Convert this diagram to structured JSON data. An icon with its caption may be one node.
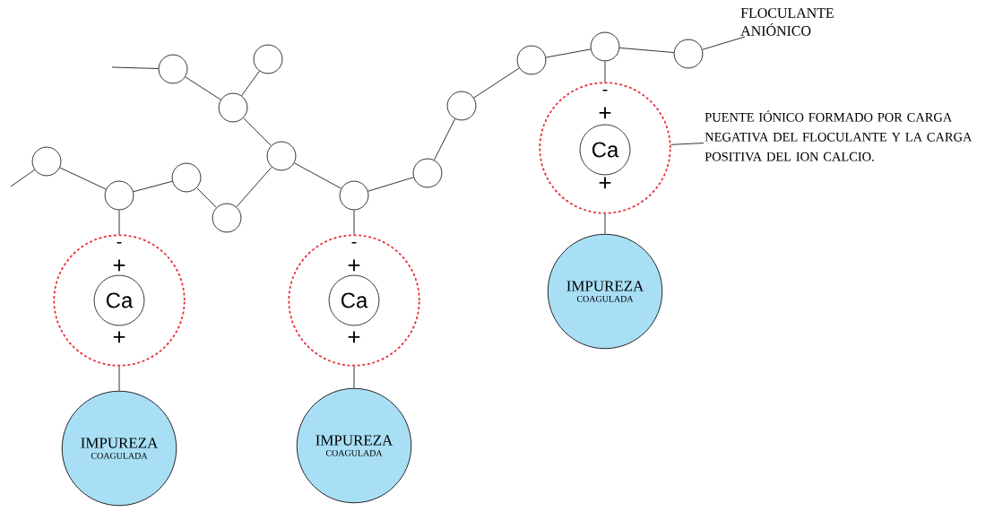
{
  "diagram": {
    "nodes": [
      {
        "text": [],
        "shape": "circle"
      },
      {
        "text": [],
        "shape": "circle"
      },
      {
        "text": [],
        "shape": "circle"
      },
      {
        "text": [],
        "shape": "circle"
      },
      {
        "text": [],
        "shape": "circle"
      },
      {
        "text": [],
        "shape": "circle"
      },
      {
        "text": [],
        "shape": "circle"
      },
      {
        "text": [],
        "shape": "circle"
      },
      {
        "text": [],
        "shape": "circle"
      },
      {
        "text": [],
        "shape": "circle"
      },
      {
        "text": [],
        "shape": "circle"
      },
      {
        "text": [],
        "shape": "circle"
      },
      {
        "text": [],
        "shape": "circle"
      },
      {
        "text": [],
        "shape": "circle"
      },
      {
        "text": [],
        "shape": "circle"
      },
      {
        "text": [
          "Ca"
        ],
        "in": 14
      },
      {
        "text": [
          "IMPUREZA",
          "COAGULADA"
        ]
      },
      {
        "text": [],
        "shape": "circle"
      },
      {
        "text": [
          "Ca"
        ],
        "in": 17
      },
      {
        "text": [
          "IMPUREZA",
          "COAGULADA"
        ]
      },
      {
        "text": [],
        "shape": "circle"
      },
      {
        "text": [
          "Ca"
        ],
        "in": 20
      },
      {
        "text": [
          "IMPUREZA",
          "COAGULADA"
        ]
      },
      {
        "text": [
          "FLOCULANTE ANIÓNICO"
        ]
      },
      {
        "text": [
          "PUENTE IÓNICO FORMADO POR CARGA NEGATIVA DEL FLOCULANTE Y LA CARGA POSITIVA DEL ION CALCIO."
        ]
      }
    ],
    "edges": [
      {
        "from": null,
        "to": 0,
        "arrow": "none"
      },
      {
        "from": 0,
        "to": 1,
        "arrow": "none"
      },
      {
        "from": 1,
        "to": 2,
        "arrow": "none"
      },
      {
        "from": 2,
        "to": 3,
        "arrow": "none"
      },
      {
        "from": 3,
        "to": 4,
        "arrow": "none"
      },
      {
        "from": 4,
        "to": 5,
        "arrow": "none"
      },
      {
        "from": 5,
        "to": 6,
        "arrow": "none"
      },
      {
        "from": 5,
        "to": 7,
        "arrow": "none"
      },
      {
        "from": null,
        "to": 6,
        "arrow": "none"
      },
      {
        "from": 4,
        "to": 8,
        "arrow": "none"
      },
      {
        "from": 8,
        "to": 9,
        "arrow": "none"
      },
      {
        "from": 9,
        "to": 10,
        "arrow": "none"
      },
      {
        "from": 10,
        "to": 11,
        "arrow": "none"
      },
      {
        "from": 11,
        "to": 12,
        "arrow": "none"
      },
      {
        "from": 12,
        "to": 13,
        "arrow": "none"
      },
      {
        "from": 13,
        "to": 23,
        "arrow": "none"
      },
      {
        "from": 1,
        "to": 14,
        "arrow": "none"
      },
      {
        "from": 14,
        "to": 16,
        "arrow": "none"
      },
      {
        "from": 8,
        "to": 17,
        "arrow": "none"
      },
      {
        "from": 17,
        "to": 19,
        "arrow": "none"
      },
      {
        "from": 12,
        "to": 20,
        "arrow": "none"
      },
      {
        "from": 20,
        "to": 22,
        "arrow": "none"
      },
      {
        "from": 24,
        "to": 20,
        "arrow": "none"
      }
    ],
    "labels": [
      "-",
      "+",
      "+",
      "-",
      "+",
      "+",
      "-",
      "+",
      "+"
    ]
  }
}
